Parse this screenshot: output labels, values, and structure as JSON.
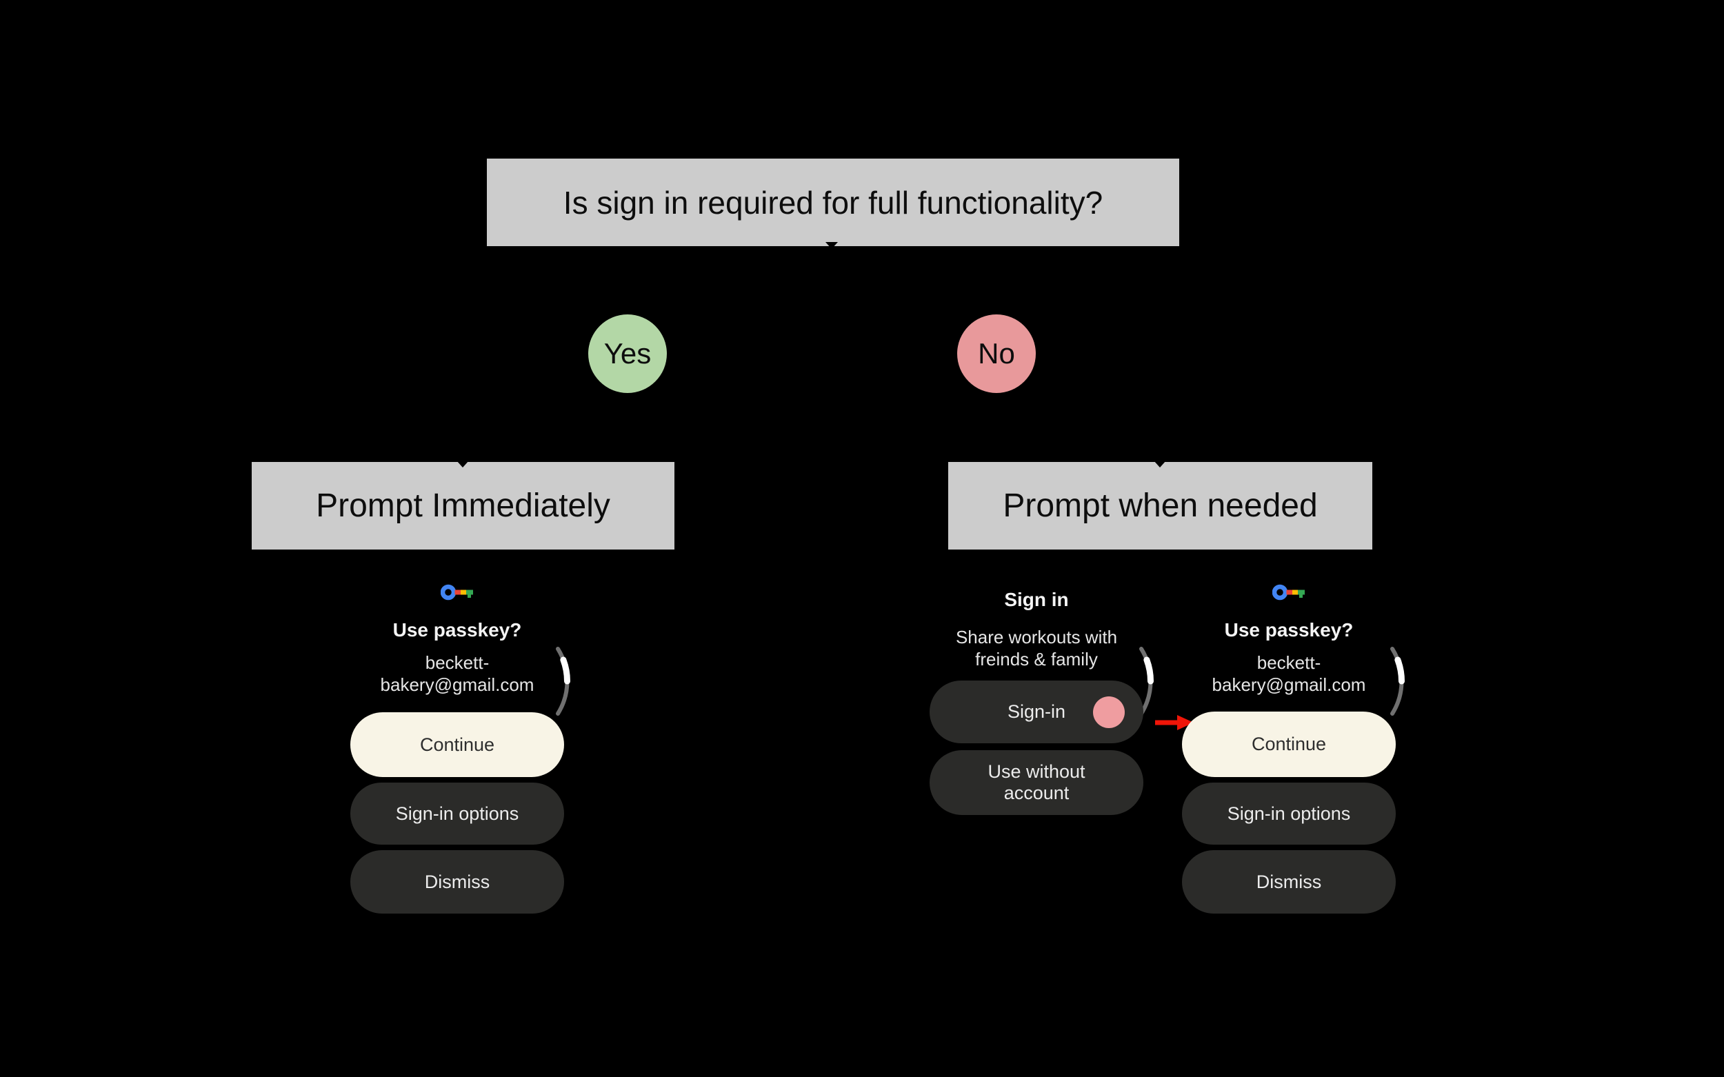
{
  "diagram": {
    "question": "Is sign in required for full functionality?",
    "yes_label": "Yes",
    "no_label": "No",
    "yes_outcome": "Prompt Immediately",
    "no_outcome": "Prompt when needed"
  },
  "passkey_screen": {
    "icon": "google-passkey-key-icon",
    "title": "Use passkey?",
    "email_line1": "beckett-",
    "email_line2": "bakery@gmail.com",
    "continue_label": "Continue",
    "signin_options_label": "Sign-in options",
    "dismiss_label": "Dismiss",
    "scroll_indicator": "curved-scroll-indicator"
  },
  "signin_screen": {
    "title": "Sign in",
    "description_line1": "Share workouts with",
    "description_line2": "freinds & family",
    "signin_label": "Sign-in",
    "use_without_line1": "Use without",
    "use_without_line2": "account",
    "status_dot": "pink-dot-badge",
    "scroll_indicator": "curved-scroll-indicator"
  },
  "annotations": {
    "arrow": "red-arrow-pointing-right-to-continue"
  },
  "colors": {
    "background": "#000000",
    "node_gray": "#cccccc",
    "yes_green": "#b3d7a6",
    "no_pink": "#e8999b",
    "primary_button_cream": "#f8f4e6",
    "secondary_button_dark": "#2b2b29",
    "pink_dot": "#ef9da0",
    "arrow_red": "#f01508",
    "passkey_blue": "#4285f4",
    "passkey_red": "#ea4335",
    "passkey_yellow": "#fbbc04",
    "passkey_green": "#34a853",
    "scroll_track_gray": "#707070",
    "scroll_thumb_white": "#ffffff"
  }
}
